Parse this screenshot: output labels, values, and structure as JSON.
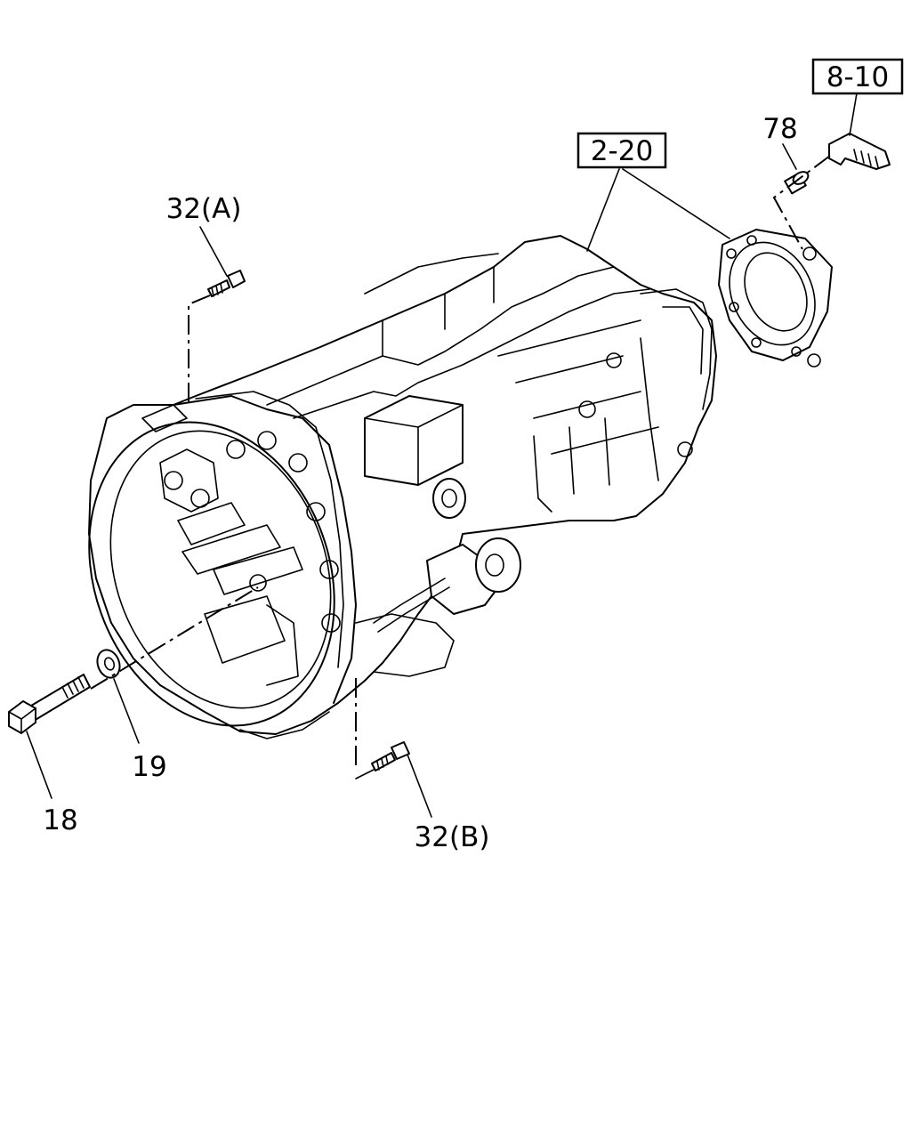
{
  "callouts": {
    "ref_8_10": "8-10",
    "ref_2_20": "2-20",
    "p78": "78",
    "p32a": "32(A)",
    "p32b": "32(B)",
    "p19": "19",
    "p18": "18"
  }
}
